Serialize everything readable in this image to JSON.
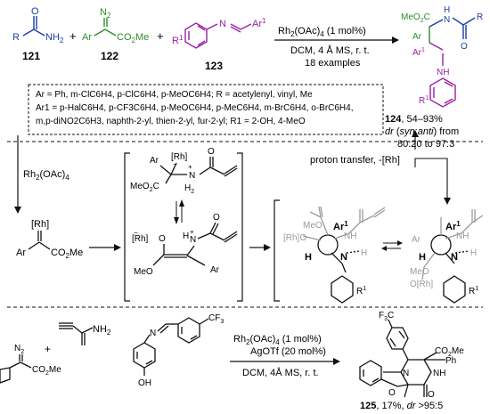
{
  "scheme": {
    "reaction1": {
      "amide_label": "121",
      "amide_R": "R",
      "amide_NH2": "NH",
      "amide_O": "O",
      "diazo_label": "122",
      "diazo_N2": "N",
      "diazo_Ar": "Ar",
      "diazo_ester": "CO",
      "diazo_ester_tail": "Me",
      "imine_label": "123",
      "imine_R1": "R",
      "imine_N": "N",
      "imine_Ar1": "Ar",
      "plus_sign": "+",
      "condition_catalyst": "Rh",
      "condition_catalyst_rest": "(OAc)",
      "condition_catalyst_load": "(1 mol%)",
      "condition_solvent": "DCM, 4 Å MS, r. t.",
      "condition_examples": "18 examples",
      "product_ester": "MeO",
      "product_ester_rest": "C",
      "product_NH": "H",
      "product_N": "N",
      "product_O": "O",
      "product_R": "R",
      "product_Ar": "Ar",
      "product_Ar1": "Ar",
      "product_label": "124",
      "product_yield": ", 54–93%",
      "product_dr_label": "dr",
      "product_dr_syn": "syn",
      "product_dr_anti": "anti",
      "product_dr_from": "from",
      "product_dr_range": "80:20 to 97:3",
      "scope_line1": "Ar = Ph, m-ClC6H4, p-ClC6H4, p-MeOC6H4; R = acetylenyl, vinyl, Me",
      "scope_line2": "Ar1 = p-HalC6H4, p-CF3C6H4, p-MeOC6H4, p-MeC6H4, m-BrC6H4, o-BrC6H4,",
      "scope_line3": "m,p-diNO2C6H3, naphth-2-yl, thien-2-yl, fur-2-yl; R1 = 2-OH, 4-MeO"
    },
    "mechanism": {
      "rh_reagent": "Rh",
      "rh_reagent_rest": "(OAc)",
      "carbene_Rh": "[Rh]",
      "carbene_Ar": "Ar",
      "carbene_ester": "CO",
      "carbene_ester_tail": "Me",
      "ylide1_Ar": "Ar",
      "ylide1_Rh": "[Rh]",
      "ylide1_ester": "MeO",
      "ylide1_ester_C": "C",
      "ylide1_NH": "N",
      "ylide1_H2": "H",
      "ylide1_O": "O",
      "ylide2_Rh": "[Rh]",
      "ylide2_O": "O",
      "ylide2_MeO": "MeO",
      "ylide2_Ar": "Ar",
      "ylide2_HN": "H",
      "ylide2_N": "N",
      "ylide2_O2": "O",
      "proton_transfer": "proton transfer, -[Rh]",
      "ts1_MeO": "MeO",
      "ts1_Rh": "[Rh]O",
      "ts1_Ar1": "Ar",
      "ts1_NH": "NH",
      "ts1_H": "H",
      "ts1_N": "N",
      "ts1_H2": "H",
      "ts1_R1": "R",
      "ts2_Ar": "Ar",
      "ts2_Ar1": "Ar",
      "ts2_NH": "NH",
      "ts2_H": "H",
      "ts2_N": "N",
      "ts2_MeO": "MeO",
      "ts2_ORh": "O[Rh]",
      "ts2_R1": "R",
      "ts2_H2": "H"
    },
    "reaction2": {
      "amide_NH2": "NH",
      "plus_sign": "+",
      "diazo_N2": "N",
      "diazo_ester": "CO",
      "diazo_ester_tail": "Me",
      "imine_N": "N",
      "imine_OH": "OH",
      "imine_CF3": "CF",
      "condition_catalyst": "Rh",
      "condition_catalyst_rest": "(OAc)",
      "condition_catalyst_load": "(1 mol%)",
      "condition_additive": "AgOTf (20 mol%)",
      "condition_solvent": "DCM, 4Å MS, r. t.",
      "product_F3C": "F",
      "product_C": "C",
      "product_ester": "CO",
      "product_ester_tail": "Me",
      "product_Ph": "Ph",
      "product_NH": "NH",
      "product_N": "N",
      "product_O": "O",
      "product_O2": "O",
      "product_label": "125",
      "product_yield": ", 17%,",
      "product_dr_label": "dr",
      "product_dr_value": ">95:5"
    },
    "colors": {
      "reagent_121": "#1a3fa8",
      "reagent_122": "#2e8b2e",
      "reagent_123": "#9b1fa5",
      "ink": "#111111",
      "gray": "#9a9a9a"
    }
  }
}
